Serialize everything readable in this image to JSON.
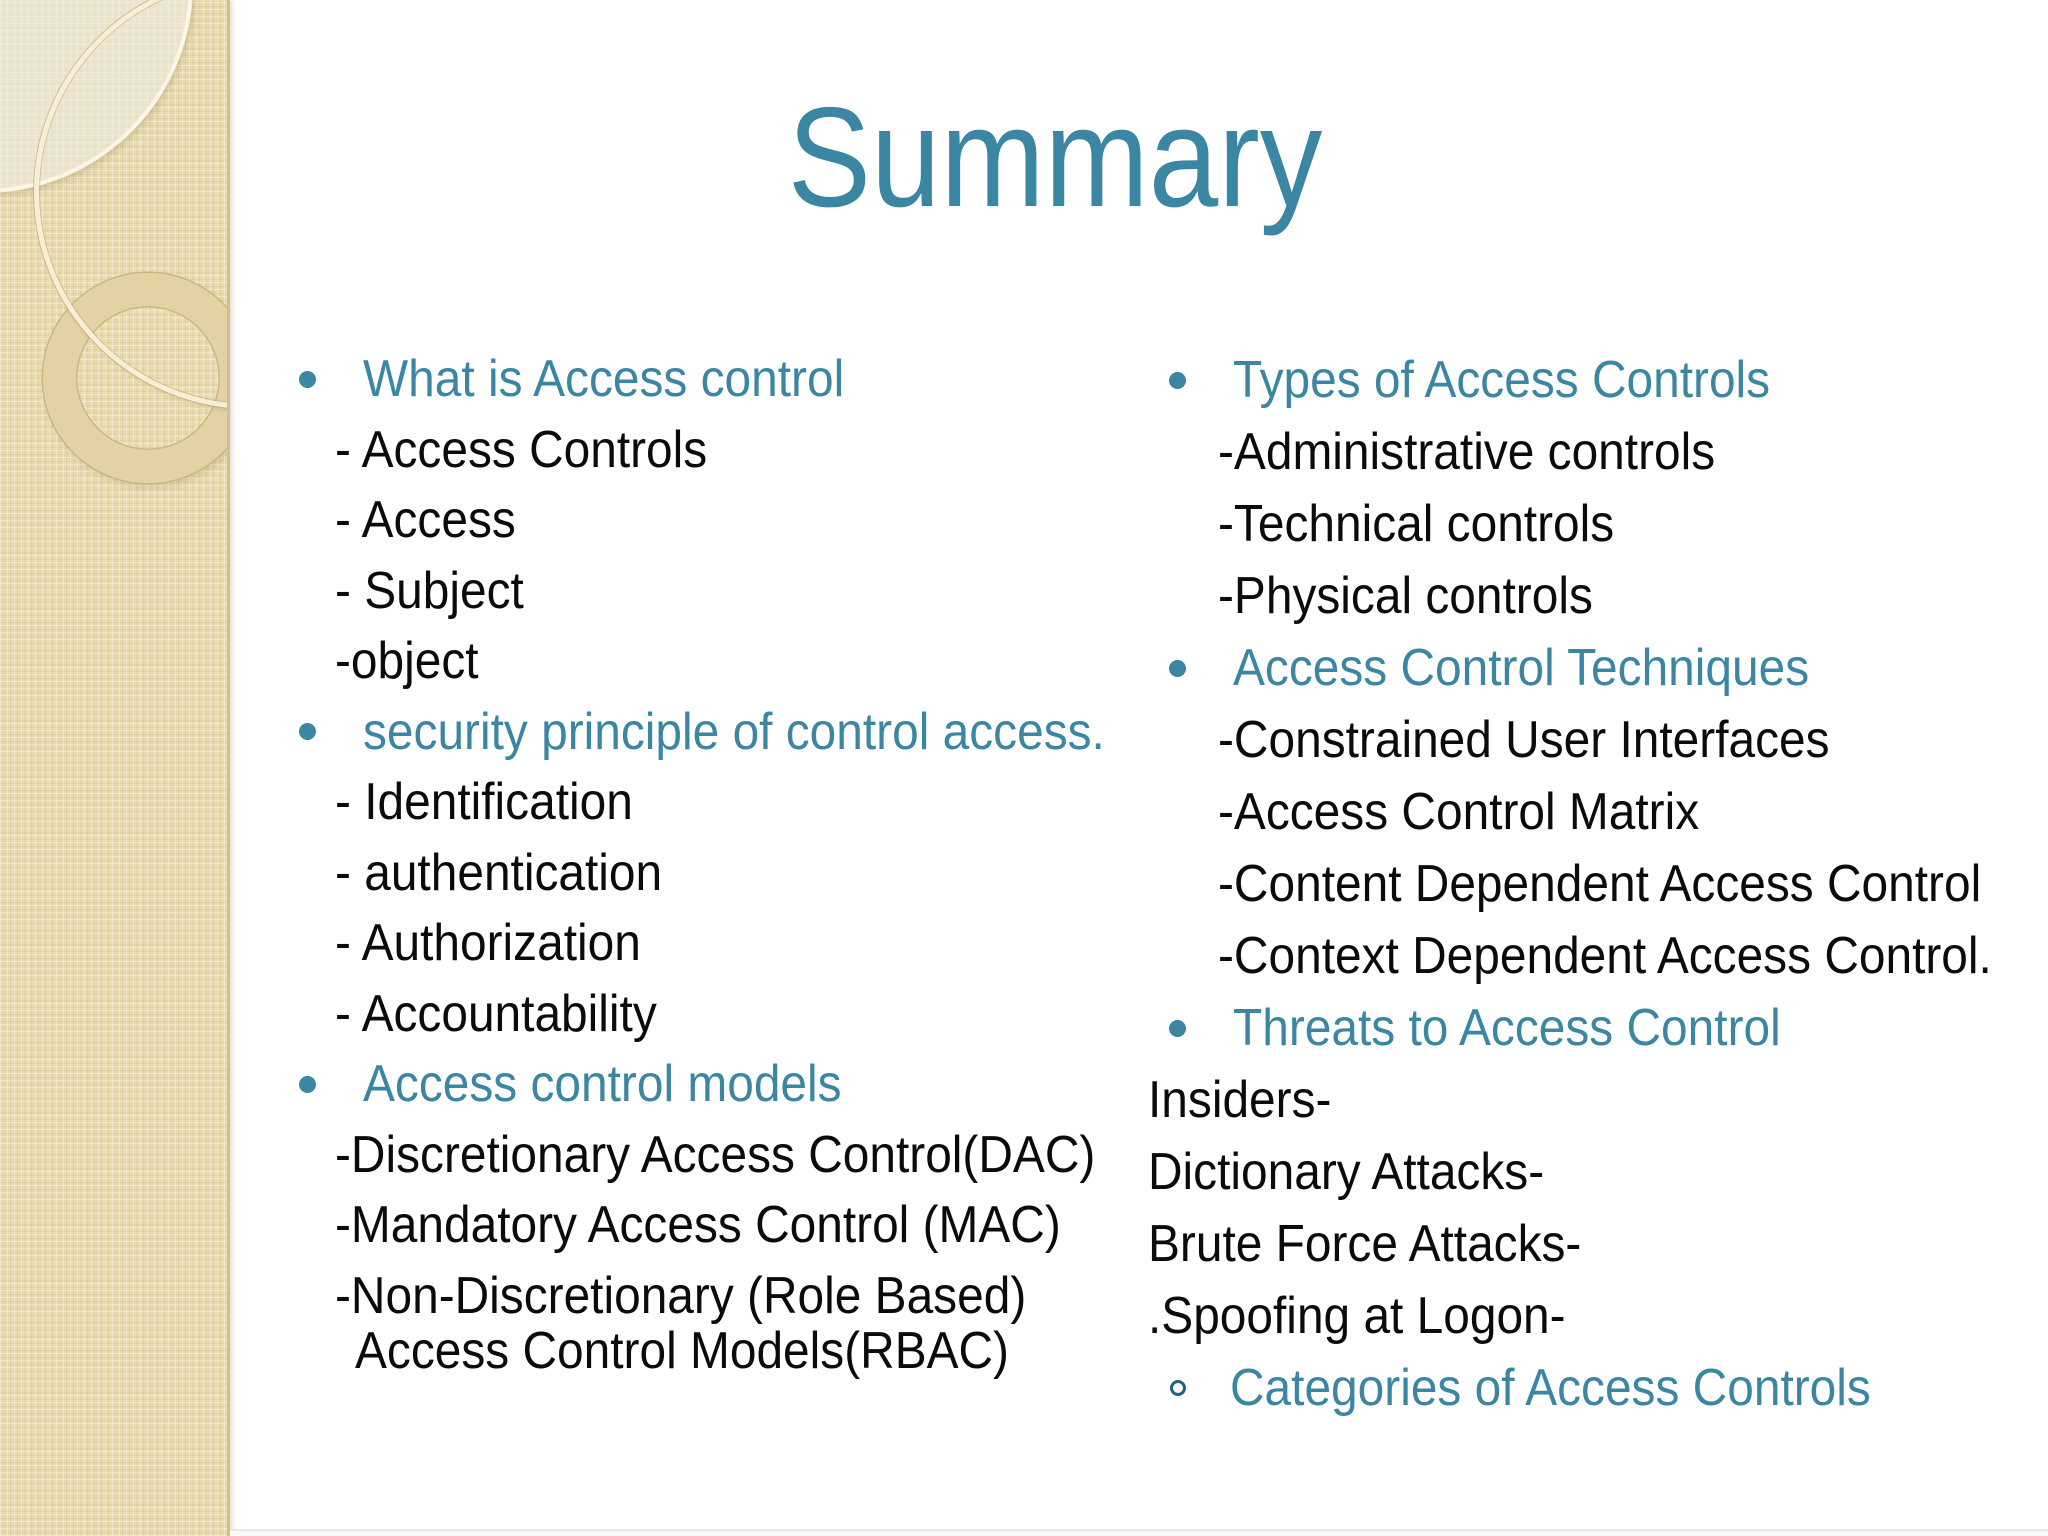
{
  "slide": {
    "title": "Summary",
    "colors": {
      "accent": "#3a86a3",
      "body_text": "#0b0b0b",
      "sidebar_bg": "#e8dbb0",
      "sidebar_ring": "#f7eed6",
      "sidebar_donut": "#e2d2a4"
    },
    "icons": {
      "heading_bullet": "filled-circle",
      "sub_heading_bullet": "open-circle"
    },
    "columns": {
      "left": {
        "items": [
          {
            "type": "heading",
            "text": "What is Access control"
          },
          {
            "type": "sub",
            "text": "- Access Controls"
          },
          {
            "type": "sub",
            "text": "- Access"
          },
          {
            "type": "sub",
            "text": "- Subject"
          },
          {
            "type": "sub",
            "text": "-object"
          },
          {
            "type": "heading",
            "text": "security principle of control access."
          },
          {
            "type": "sub",
            "text": "- Identification"
          },
          {
            "type": "sub",
            "text": "- authentication"
          },
          {
            "type": "sub",
            "text": "- Authorization"
          },
          {
            "type": "sub",
            "text": "- Accountability"
          },
          {
            "type": "heading",
            "text": "Access control models"
          },
          {
            "type": "sub",
            "text": "-Discretionary Access Control(DAC)"
          },
          {
            "type": "sub",
            "text": "-Mandatory Access Control (MAC)"
          },
          {
            "type": "sub",
            "text": "-Non-Discretionary (Role Based)"
          },
          {
            "type": "cont",
            "text": "Access Control Models(RBAC)"
          }
        ]
      },
      "right": {
        "items": [
          {
            "type": "heading",
            "text": "Types of Access Controls"
          },
          {
            "type": "sub",
            "text": "-Administrative controls"
          },
          {
            "type": "sub",
            "text": "-Technical controls"
          },
          {
            "type": "sub",
            "text": "-Physical controls"
          },
          {
            "type": "heading",
            "text": "Access Control Techniques"
          },
          {
            "type": "sub",
            "text": "-Constrained User Interfaces"
          },
          {
            "type": "sub",
            "text": "-Access Control Matrix"
          },
          {
            "type": "sub",
            "text": "-Content Dependent Access Control"
          },
          {
            "type": "sub",
            "text": "-Context Dependent Access Control."
          },
          {
            "type": "heading",
            "text": "Threats to Access Control"
          },
          {
            "type": "plain",
            "text": "Insiders-"
          },
          {
            "type": "plain",
            "text": "Dictionary Attacks-"
          },
          {
            "type": "plain",
            "text": "Brute Force Attacks-"
          },
          {
            "type": "plain",
            "text": ".Spoofing at Logon-"
          },
          {
            "type": "subheading",
            "text": "Categories of Access Controls"
          }
        ]
      }
    }
  }
}
